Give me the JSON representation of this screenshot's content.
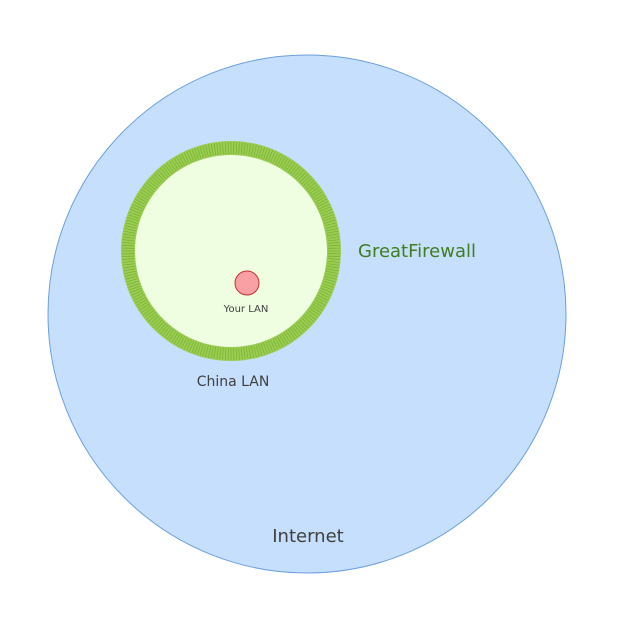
{
  "diagram": {
    "labels": {
      "internet": "Internet",
      "firewall": "GreatFirewall",
      "china_lan": "China LAN",
      "your_lan": "Your LAN"
    },
    "colors": {
      "background": "#ffffff",
      "internet_fill": "#c6dffc",
      "internet_stroke": "#6d9fde",
      "firewall_ring": "#9ccc55",
      "firewall_tick": "#78b62e",
      "china_fill": "#effde0",
      "your_lan_fill": "#f8a0a4",
      "your_lan_stroke": "#c4303a",
      "firewall_text": "#3f7d1e",
      "label_text": "#404040"
    }
  }
}
